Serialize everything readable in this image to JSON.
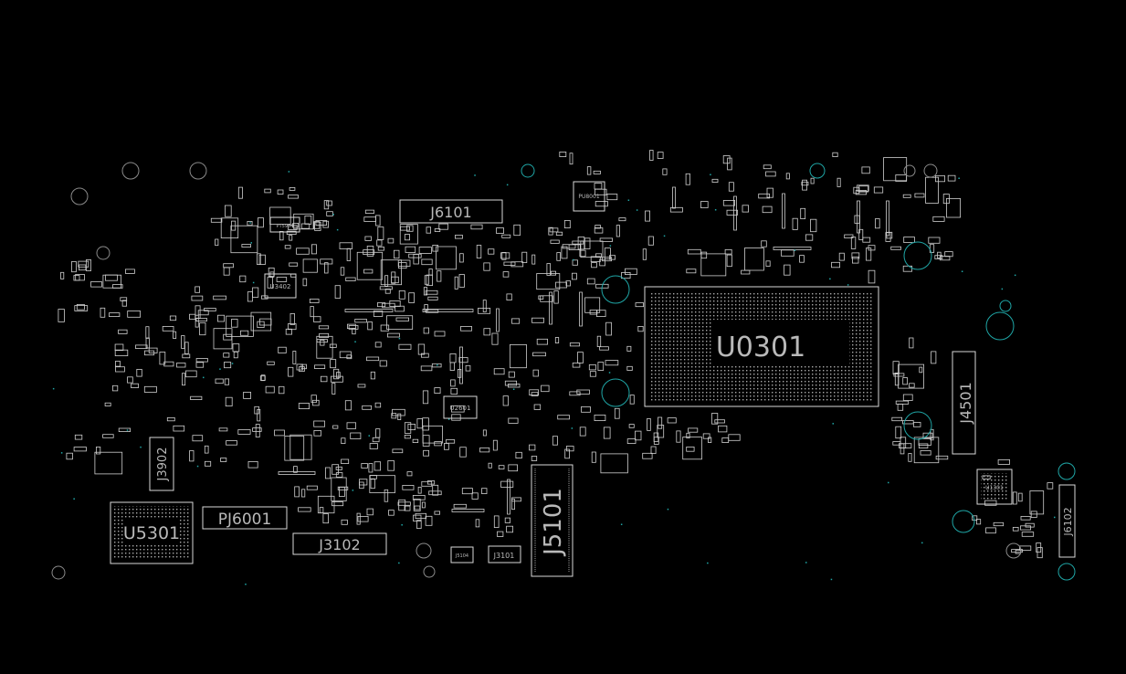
{
  "colors": {
    "background": "#000000",
    "outline": "#d9d9d9",
    "pads": "#cfcfcf",
    "holes": "#1fa6a6",
    "label": "#bdbdbd"
  },
  "components": {
    "u0301": "U0301",
    "j4501": "J4501",
    "j5101": "J5101",
    "u5301": "U5301",
    "pj6001": "PJ6001",
    "j3102": "J3102",
    "j3902": "J3902",
    "j6101": "J6101",
    "j6102": "J6102",
    "j3101": "J3101",
    "j5104": "J5104",
    "u3402": "U3402",
    "u2601": "U2601",
    "pj5601": "PU8001",
    "pt5904": "PT5904",
    "u1301": "U1301"
  }
}
